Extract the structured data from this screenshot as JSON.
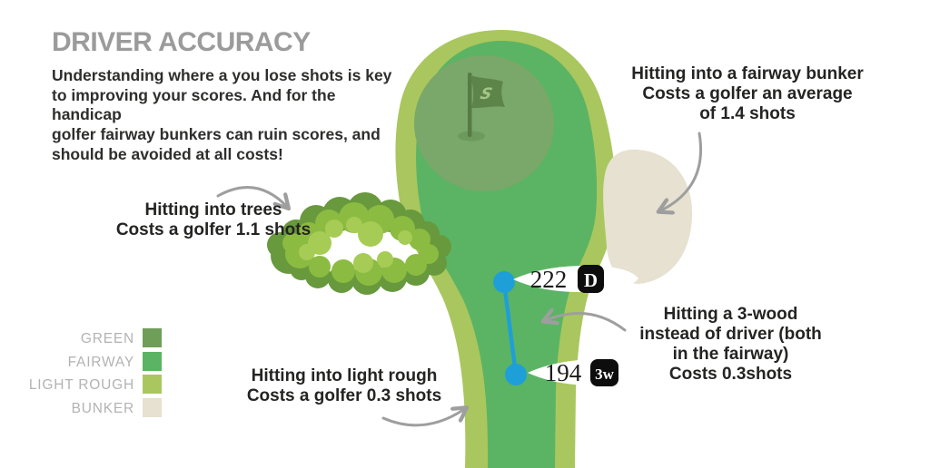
{
  "header": {
    "title": "DRIVER ACCURACY",
    "description": "Understanding where a you lose shots is key\nto improving your scores. And for the handicap\ngolfer fairway bunkers can ruin scores, and\nshould be avoided at all costs!"
  },
  "legend": {
    "items": [
      {
        "label": "GREEN",
        "color": "#6f9e58"
      },
      {
        "label": "FAIRWAY",
        "color": "#5bb464"
      },
      {
        "label": "LIGHT ROUGH",
        "color": "#a9c75e"
      },
      {
        "label": "BUNKER",
        "color": "#e6e1d0"
      }
    ]
  },
  "annotations": {
    "trees": "Hitting into trees\nCosts a golfer 1.1 shots",
    "fairway_bunker": "Hitting into a fairway bunker\nCosts a golfer an average\nof 1.4 shots",
    "three_wood": "Hitting a 3-wood\ninstead of driver (both\nin the fairway)\nCosts 0.3shots",
    "light_rough": "Hitting into light rough\nCosts a golfer 0.3 shots"
  },
  "hole": {
    "flag_logo": "S",
    "green_color": "#7aa76a",
    "shot_line_color": "#1f9fd8",
    "shots": [
      {
        "distance": "222",
        "club": "D"
      },
      {
        "distance": "194",
        "club": "3w"
      }
    ]
  },
  "colors": {
    "title": "#9b9b9b",
    "body_text": "#2e2e2d",
    "legend_label": "#b3b3b3",
    "arrow": "#9e9e9e",
    "bush_dark": "#68993d",
    "bush_mid": "#8cbb42",
    "bush_light": "#a6cc55",
    "flag": "#5d8549"
  }
}
